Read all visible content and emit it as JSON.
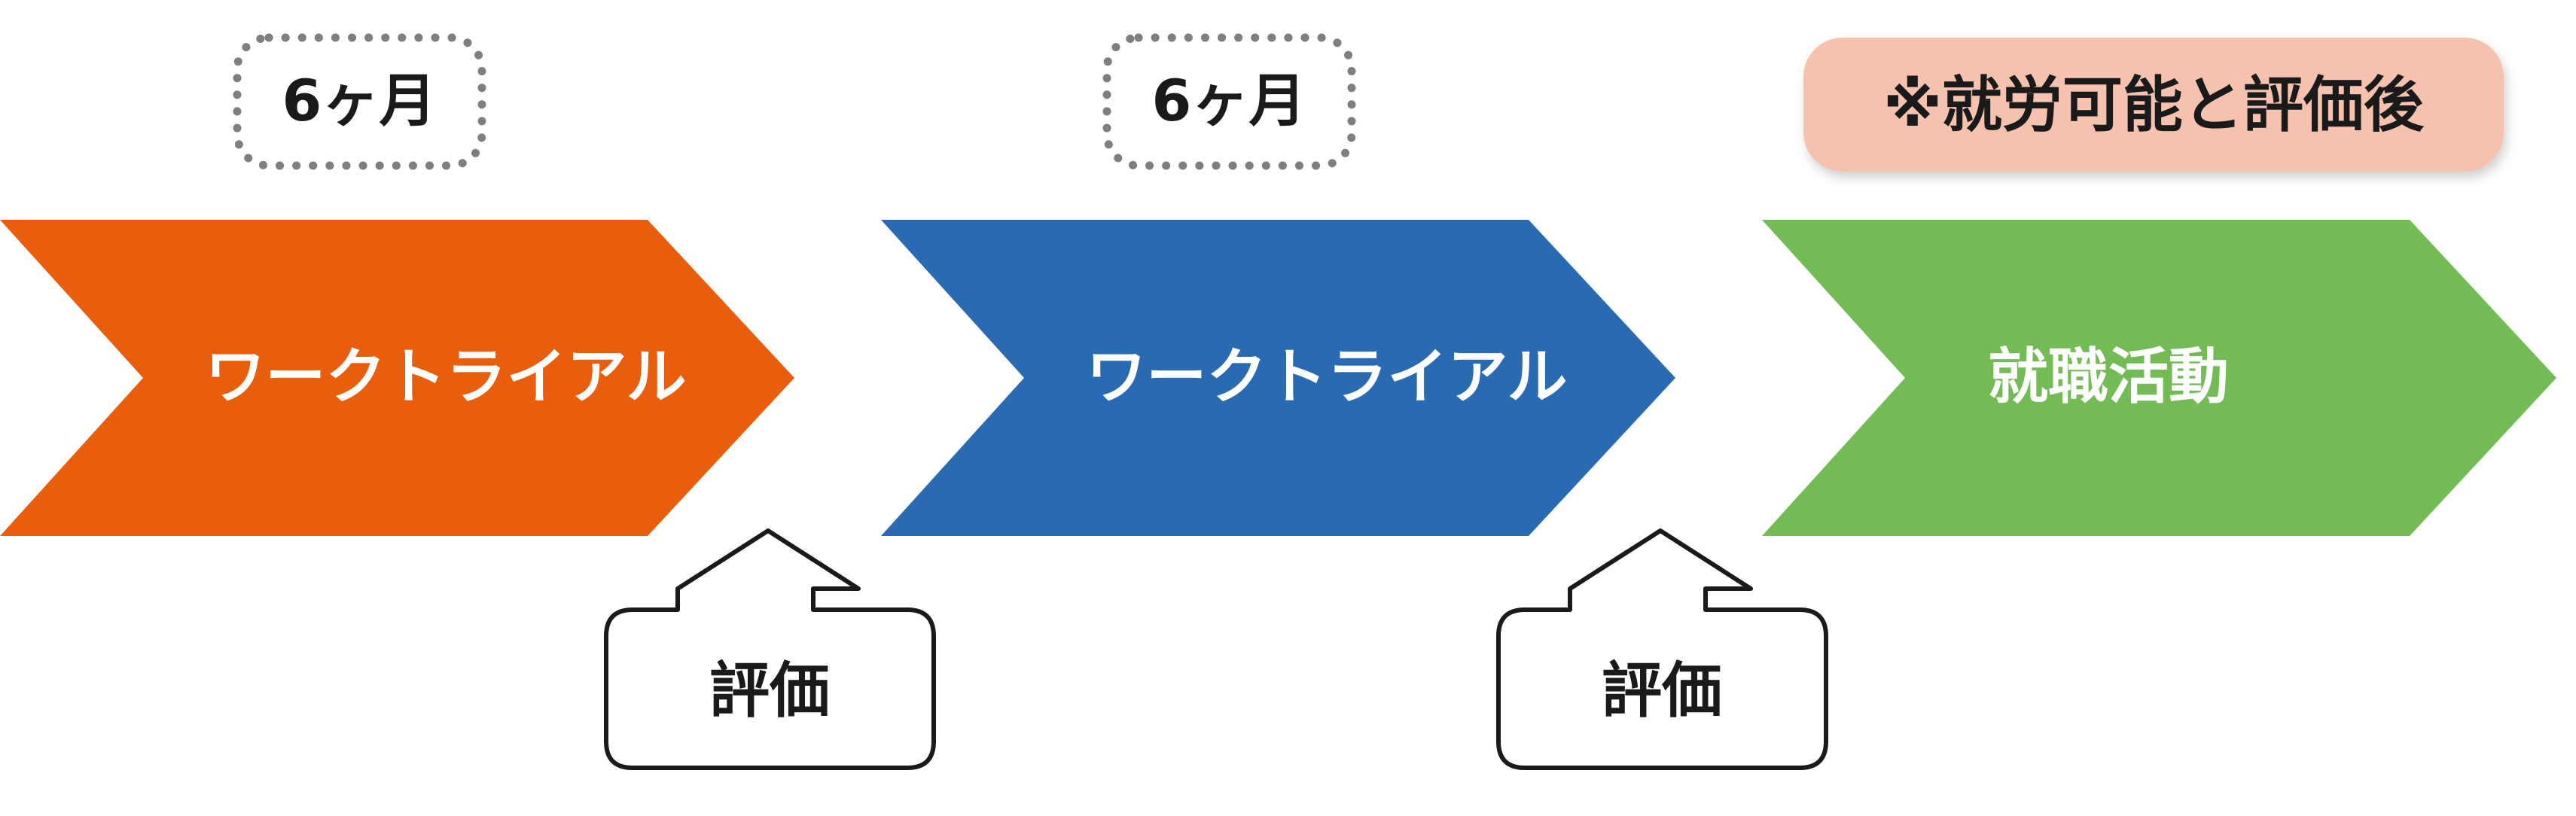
{
  "steps": [
    {
      "label": "ワークトライアル",
      "color": "#e95e0c"
    },
    {
      "label": "ワークトライアル",
      "color": "#2a6ab3"
    },
    {
      "label": "就職活動",
      "color": "#72bb55"
    }
  ],
  "durations": [
    {
      "label": "6ヶ月"
    },
    {
      "label": "6ヶ月"
    }
  ],
  "note": {
    "label": "※就労可能と評価後",
    "color": "#f4c2ae"
  },
  "evaluations": [
    {
      "label": "評価"
    },
    {
      "label": "評価"
    }
  ]
}
